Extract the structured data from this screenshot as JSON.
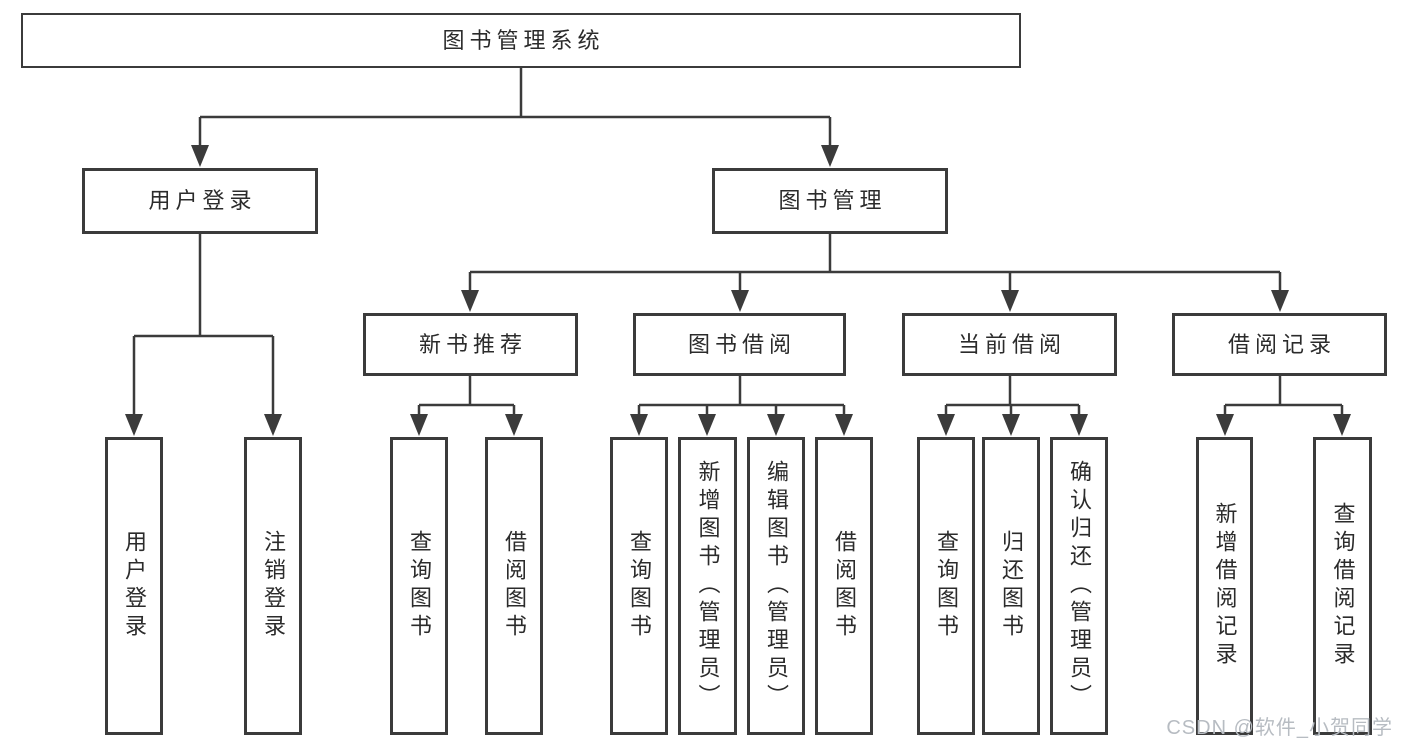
{
  "diagram": {
    "title": "图书管理系统",
    "type": "hierarchy",
    "colors": {
      "line": "#3b3b3b",
      "text": "#2b2b2b",
      "background": "#ffffff",
      "watermark": "#b7bcc2"
    },
    "tree": {
      "label": "图书管理系统",
      "children": [
        {
          "label": "用户登录",
          "children": [
            {
              "label": "用户登录"
            },
            {
              "label": "注销登录"
            }
          ]
        },
        {
          "label": "图书管理",
          "children": [
            {
              "label": "新书推荐",
              "children": [
                {
                  "label": "查询图书"
                },
                {
                  "label": "借阅图书"
                }
              ]
            },
            {
              "label": "图书借阅",
              "children": [
                {
                  "label": "查询图书"
                },
                {
                  "label": "新增图书（管理员）"
                },
                {
                  "label": "编辑图书（管理员）"
                },
                {
                  "label": "借阅图书"
                }
              ]
            },
            {
              "label": "当前借阅",
              "children": [
                {
                  "label": "查询图书"
                },
                {
                  "label": "归还图书"
                },
                {
                  "label": "确认归还（管理员）"
                }
              ]
            },
            {
              "label": "借阅记录",
              "children": [
                {
                  "label": "新增借阅记录"
                },
                {
                  "label": "查询借阅记录"
                }
              ]
            }
          ]
        }
      ]
    },
    "watermark": "CSDN @软件_小贺同学"
  }
}
